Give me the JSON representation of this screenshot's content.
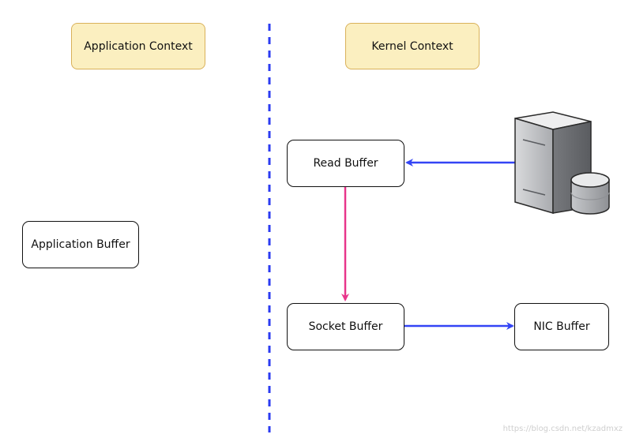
{
  "labels": {
    "app_context": "Application Context",
    "kernel_context": "Kernel Context",
    "app_buffer": "Application Buffer",
    "read_buffer": "Read Buffer",
    "socket_buffer": "Socket Buffer",
    "nic_buffer": "NIC Buffer"
  },
  "watermark": "https://blog.csdn.net/kzadmxz",
  "colors": {
    "context_fill": "#fbefc0",
    "context_border": "#d9b15a",
    "divider": "#2b3bf2",
    "blue_arrow": "#3344f5",
    "pink_arrow": "#e8358b"
  },
  "icons": {
    "server": "server-disk-icon"
  }
}
